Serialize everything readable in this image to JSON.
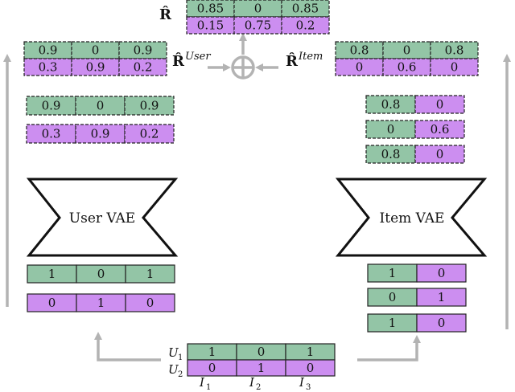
{
  "colors": {
    "green": "#93c5a6",
    "purple": "#cc8ef0",
    "arrow": "#b3b3b3",
    "border": "#222222"
  },
  "final_label": "R̂",
  "user_result_label": "R̂",
  "user_result_sup": "User",
  "item_result_label": "R̂",
  "item_result_sup": "Item",
  "final_matrix": {
    "row1": [
      "0.85",
      "0",
      "0.85"
    ],
    "row2": [
      "0.15",
      "0.75",
      "0.2"
    ]
  },
  "user_output_top": {
    "row1": [
      "0.9",
      "0",
      "0.9"
    ],
    "row2": [
      "0.3",
      "0.9",
      "0.2"
    ]
  },
  "item_output_top": {
    "row1": [
      "0.8",
      "0",
      "0.8"
    ],
    "row2": [
      "0",
      "0.6",
      "0"
    ]
  },
  "user_vae_output": {
    "row1": [
      "0.9",
      "0",
      "0.9"
    ],
    "row2": [
      "0.3",
      "0.9",
      "0.2"
    ]
  },
  "item_vae_output": [
    [
      "0.8",
      "0"
    ],
    [
      "0",
      "0.6"
    ],
    [
      "0.8",
      "0"
    ]
  ],
  "user_vae_label": "User VAE",
  "item_vae_label": "Item VAE",
  "user_input": {
    "row1": [
      "1",
      "0",
      "1"
    ],
    "row2": [
      "0",
      "1",
      "0"
    ]
  },
  "item_input": [
    [
      "1",
      "0"
    ],
    [
      "0",
      "1"
    ],
    [
      "1",
      "0"
    ]
  ],
  "input_matrix": {
    "row1": [
      "1",
      "0",
      "1"
    ],
    "row2": [
      "0",
      "1",
      "0"
    ]
  },
  "row_labels": [
    {
      "base": "U",
      "sub": "1"
    },
    {
      "base": "U",
      "sub": "2"
    }
  ],
  "col_labels": [
    {
      "base": "I",
      "sub": "1"
    },
    {
      "base": "I",
      "sub": "2"
    },
    {
      "base": "I",
      "sub": "3"
    }
  ]
}
